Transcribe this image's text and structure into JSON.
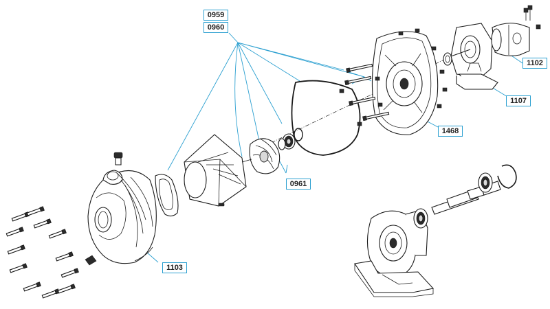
{
  "callouts": [
    {
      "id": "c0959",
      "code": "0959"
    },
    {
      "id": "c0960",
      "code": "0960"
    },
    {
      "id": "c0961",
      "code": "0961"
    },
    {
      "id": "c1102",
      "code": "1102"
    },
    {
      "id": "c1103",
      "code": "1103"
    },
    {
      "id": "c1107",
      "code": "1107"
    },
    {
      "id": "c1468",
      "code": "1468"
    }
  ],
  "colors": {
    "leader": "#2a9fd0",
    "line": "#1a1a1a"
  },
  "parts": [
    "bolt-set-icon",
    "pump-casing-icon",
    "gasket-icon",
    "volute-insert-icon",
    "impeller-icon",
    "mechanical-seal-icon",
    "o-ring-icon",
    "seal-plate-icon",
    "coupling-adapter-icon",
    "hydraulic-motor-icon",
    "bearing-bracket-icon",
    "shaft-icon",
    "bearing-icon",
    "retaining-ring-icon",
    "pedestal-frame-icon"
  ]
}
